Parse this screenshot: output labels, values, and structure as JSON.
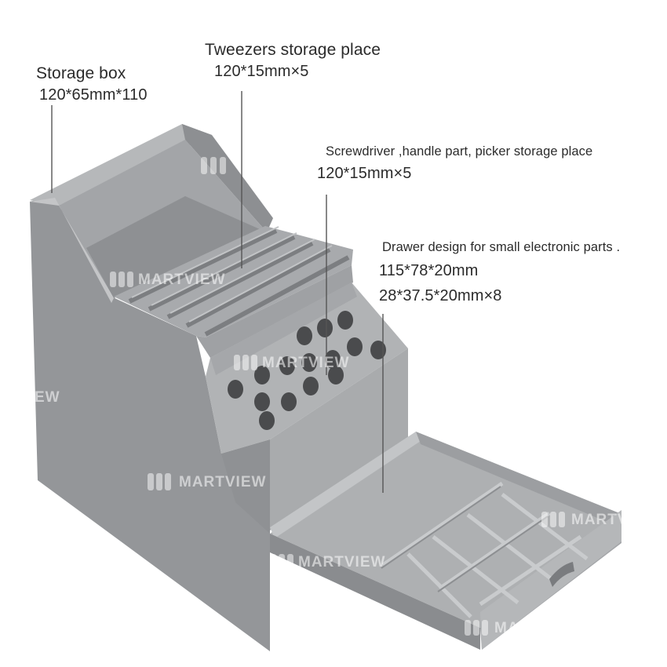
{
  "annotations": {
    "storage_box": {
      "title": "Storage box",
      "size": "120*65mm*110"
    },
    "tweezers": {
      "title": "Tweezers storage place",
      "size": "120*15mm×5"
    },
    "screwdriver": {
      "title": "Screwdriver ,handle part, picker storage place",
      "size": "120*15mm×5"
    },
    "drawer": {
      "title": "Drawer design for small electronic parts .",
      "size1": "115*78*20mm",
      "size2": "28*37.5*20mm×8"
    }
  },
  "watermark": {
    "brand": "MARTVIEW",
    "partial": "EW",
    "color": "#ffffff"
  },
  "product": {
    "color": "#9a9c9f",
    "object": "grey organizer box with drawer"
  }
}
